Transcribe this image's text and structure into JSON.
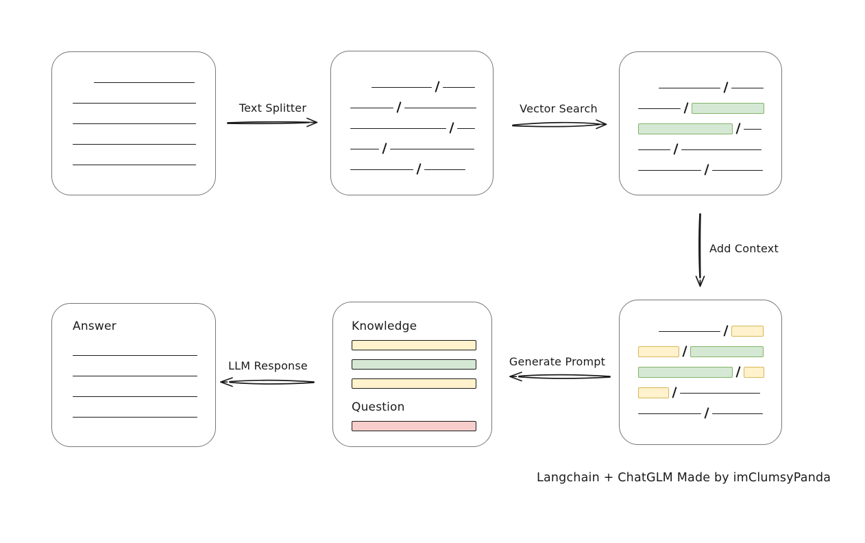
{
  "colors": {
    "line": "#1a1a1a",
    "box_border": "#757575",
    "green_fill": "#d5e8d4",
    "green_border": "#82b366",
    "yellow_fill": "#fff2cc",
    "yellow_border": "#d6b656",
    "red_fill": "#f8cecc",
    "red_border": "#b85450"
  },
  "caption": "Langchain + ChatGLM Made by imClumsyPanda",
  "arrows": {
    "text_splitter": {
      "label": "Text Splitter"
    },
    "vector_search": {
      "label": "Vector Search"
    },
    "add_context": {
      "label": "Add Context"
    },
    "generate_prompt": {
      "label": "Generate Prompt"
    },
    "llm_response": {
      "label": "LLM Response"
    }
  },
  "boxes": {
    "document": {
      "rows": [
        [
          {
            "t": "gap",
            "w": 31
          },
          {
            "t": "line",
            "w": 147
          }
        ],
        [
          {
            "t": "line",
            "w": 180
          }
        ],
        [
          {
            "t": "line",
            "w": 180
          }
        ],
        [
          {
            "t": "line",
            "w": 180
          }
        ],
        [
          {
            "t": "line",
            "w": 180
          }
        ]
      ]
    },
    "split_text": {
      "rows": [
        [
          {
            "t": "gap",
            "w": 31
          },
          {
            "t": "line",
            "w": 88
          },
          {
            "t": "slash"
          },
          {
            "t": "line",
            "w": 47
          }
        ],
        [
          {
            "t": "line",
            "w": 63
          },
          {
            "t": "slash"
          },
          {
            "t": "line",
            "w": 105
          }
        ],
        [
          {
            "t": "line",
            "w": 140
          },
          {
            "t": "slash"
          },
          {
            "t": "line",
            "w": 26
          }
        ],
        [
          {
            "t": "line",
            "w": 42
          },
          {
            "t": "slash"
          },
          {
            "t": "line",
            "w": 123
          }
        ],
        [
          {
            "t": "line",
            "w": 92
          },
          {
            "t": "slash"
          },
          {
            "t": "line",
            "w": 60
          }
        ]
      ]
    },
    "vector_matched": {
      "rows": [
        [
          {
            "t": "gap",
            "w": 30
          },
          {
            "t": "line",
            "w": 90
          },
          {
            "t": "slash"
          },
          {
            "t": "line",
            "w": 47
          }
        ],
        [
          {
            "t": "line",
            "w": 62
          },
          {
            "t": "slash"
          },
          {
            "t": "green",
            "w": 106
          }
        ],
        [
          {
            "t": "green",
            "w": 138
          },
          {
            "t": "slash"
          },
          {
            "t": "line",
            "w": 26
          }
        ],
        [
          {
            "t": "line",
            "w": 47
          },
          {
            "t": "slash"
          },
          {
            "t": "line",
            "w": 117
          }
        ],
        [
          {
            "t": "line",
            "w": 92
          },
          {
            "t": "slash"
          },
          {
            "t": "line",
            "w": 74
          }
        ]
      ]
    },
    "context_chunks": {
      "rows": [
        [
          {
            "t": "gap",
            "w": 30
          },
          {
            "t": "line",
            "w": 90
          },
          {
            "t": "slash"
          },
          {
            "t": "yellow",
            "w": 47
          }
        ],
        [
          {
            "t": "yellow",
            "w": 60
          },
          {
            "t": "slash"
          },
          {
            "t": "green",
            "w": 107
          }
        ],
        [
          {
            "t": "green",
            "w": 138
          },
          {
            "t": "slash"
          },
          {
            "t": "yellow",
            "w": 30
          }
        ],
        [
          {
            "t": "yellow",
            "w": 45
          },
          {
            "t": "slash"
          },
          {
            "t": "line",
            "w": 117
          }
        ],
        [
          {
            "t": "line",
            "w": 92
          },
          {
            "t": "slash"
          },
          {
            "t": "line",
            "w": 74
          }
        ]
      ]
    },
    "prompt": {
      "knowledge_label": "Knowledge",
      "question_label": "Question",
      "knowledge_bars": [
        {
          "t": "yellow"
        },
        {
          "t": "green"
        },
        {
          "t": "yellow"
        }
      ],
      "question_bars": [
        {
          "t": "red"
        }
      ]
    },
    "answer": {
      "label": "Answer",
      "rows": [
        [
          {
            "t": "line",
            "w": 182
          }
        ],
        [
          {
            "t": "line",
            "w": 182
          }
        ],
        [
          {
            "t": "line",
            "w": 182
          }
        ],
        [
          {
            "t": "line",
            "w": 182
          }
        ]
      ]
    }
  }
}
